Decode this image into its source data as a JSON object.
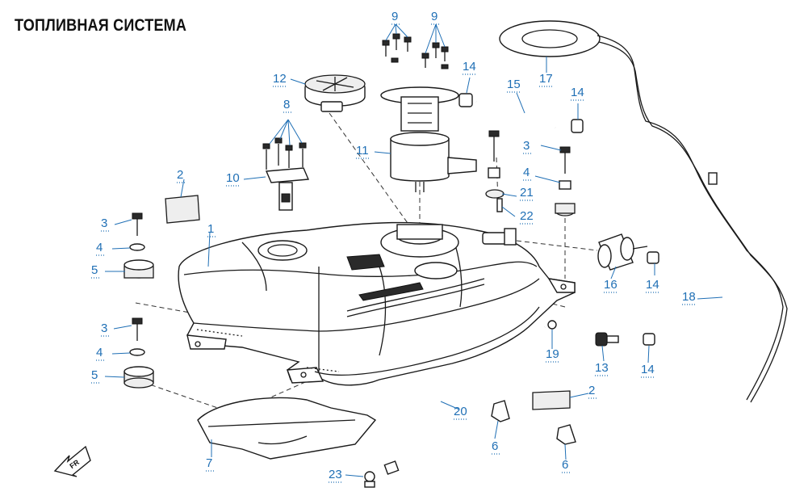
{
  "title": "ТОПЛИВНАЯ СИСТЕМА",
  "callouts": [
    {
      "id": "c1",
      "label": "1"
    },
    {
      "id": "c2a",
      "label": "2"
    },
    {
      "id": "c2b",
      "label": "2"
    },
    {
      "id": "c3a",
      "label": "3"
    },
    {
      "id": "c3b",
      "label": "3"
    },
    {
      "id": "c3c",
      "label": "3"
    },
    {
      "id": "c4a",
      "label": "4"
    },
    {
      "id": "c4b",
      "label": "4"
    },
    {
      "id": "c4c",
      "label": "4"
    },
    {
      "id": "c5a",
      "label": "5"
    },
    {
      "id": "c5b",
      "label": "5"
    },
    {
      "id": "c6a",
      "label": "6"
    },
    {
      "id": "c6b",
      "label": "6"
    },
    {
      "id": "c7",
      "label": "7"
    },
    {
      "id": "c8",
      "label": "8"
    },
    {
      "id": "c9a",
      "label": "9"
    },
    {
      "id": "c9b",
      "label": "9"
    },
    {
      "id": "c10",
      "label": "10"
    },
    {
      "id": "c11",
      "label": "11"
    },
    {
      "id": "c12",
      "label": "12"
    },
    {
      "id": "c13",
      "label": "13"
    },
    {
      "id": "c14a",
      "label": "14"
    },
    {
      "id": "c14b",
      "label": "14"
    },
    {
      "id": "c14c",
      "label": "14"
    },
    {
      "id": "c14d",
      "label": "14"
    },
    {
      "id": "c15",
      "label": "15"
    },
    {
      "id": "c16",
      "label": "16"
    },
    {
      "id": "c17",
      "label": "17"
    },
    {
      "id": "c18",
      "label": "18"
    },
    {
      "id": "c19",
      "label": "19"
    },
    {
      "id": "c20",
      "label": "20"
    },
    {
      "id": "c21",
      "label": "21"
    },
    {
      "id": "c22",
      "label": "22"
    },
    {
      "id": "c23",
      "label": "23"
    }
  ],
  "front_marker": "FR",
  "label_color": "#1f6fb5",
  "icons": [
    "front-arrow-icon"
  ]
}
